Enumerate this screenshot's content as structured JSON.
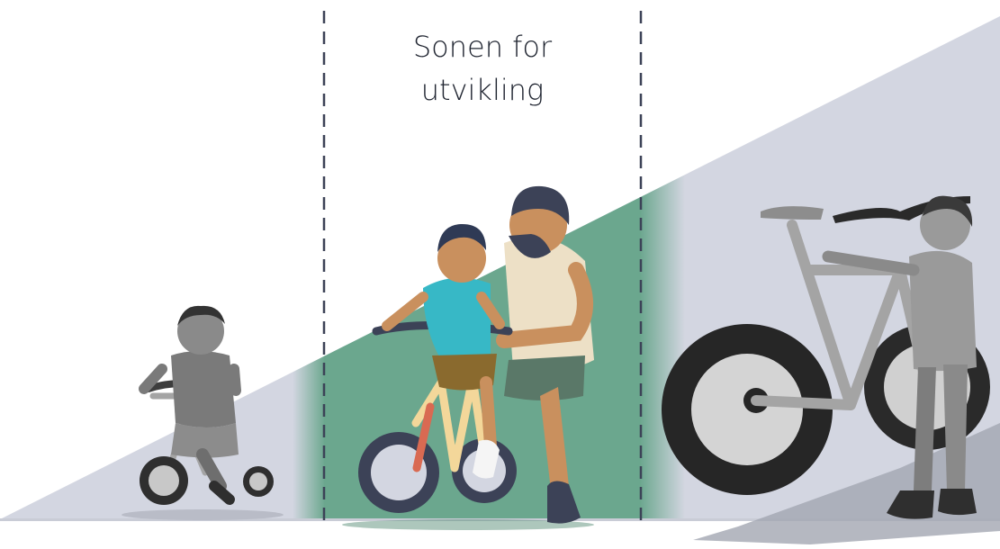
{
  "zone": {
    "title_line1": "Sonen for",
    "title_line2": "utvikling"
  },
  "colors": {
    "ramp": "#d3d6e1",
    "zone_fill": "#6ba78e",
    "dashed_line": "#3c4257",
    "ground": "#c9ccd6"
  },
  "figures": [
    {
      "name": "toddler-on-tricycle",
      "style": "grayscale"
    },
    {
      "name": "child-learning-bike-with-adult",
      "style": "color"
    },
    {
      "name": "child-with-large-bike",
      "style": "grayscale"
    }
  ]
}
